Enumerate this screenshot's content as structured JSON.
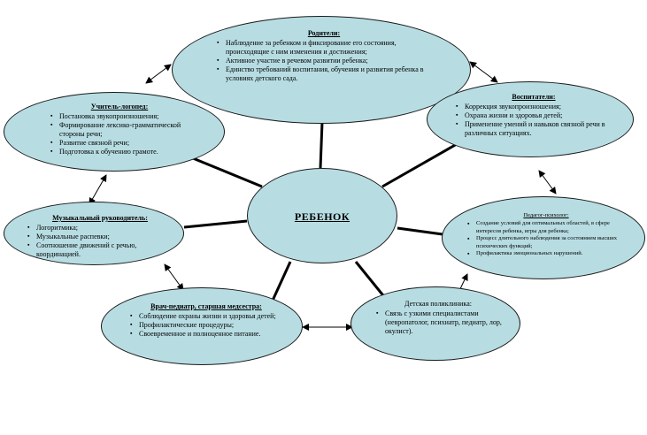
{
  "center": {
    "label": "РЕБЕНОК"
  },
  "nodes": {
    "parents": {
      "title": "Родители:",
      "items": [
        "Наблюдение за ребенком и фиксирование его состояния, происходящие с ним изменения и достижения;",
        "Активное участие в речевом развитии ребенка;",
        "Единство требований воспитания, обучения и развития ребенка в условиях детского сада."
      ]
    },
    "educators": {
      "title": "Воспитатели:",
      "items": [
        "Коррекция звукопроизношения;",
        "Охрана жизни и здоровья детей;",
        "Применение умений и навыков связной речи в различных ситуациях."
      ]
    },
    "speech_teacher": {
      "title": "Учитель-логопед:",
      "items": [
        "Постановка звукопроизношения;",
        "Формирование лексико-грамматической стороны речи;",
        "Развитие связной речи;",
        "Подготовка к обучению грамоте."
      ]
    },
    "music_director": {
      "title": "Музыкальный руководитель:",
      "items": [
        "Логоритмика;",
        "Музыкальные распевки;",
        "Соотношение движений с речью, координацией."
      ]
    },
    "psychologist": {
      "title": "Педагог-психолог:",
      "items": [
        "Создание условий для оптимальных областей, в сфере интересов ребенка, игры для ребенка;",
        "Процесс длительного наблюдения за состоянием высших психических функций;",
        "Профилактика эмоциональных нарушений."
      ]
    },
    "nurse": {
      "title": "Врач-педиатр, старшая медсестра:",
      "items": [
        "Соблюдение охраны жизни и здоровья детей;",
        "Профилактические процедуры;",
        "Своевременное и полноценное питание."
      ]
    },
    "clinic": {
      "title": "Детская поликлиника:",
      "items": [
        "Связь с узкими специалистами (невропатолог, психиатр, педиатр, лор, окулист)."
      ]
    }
  }
}
